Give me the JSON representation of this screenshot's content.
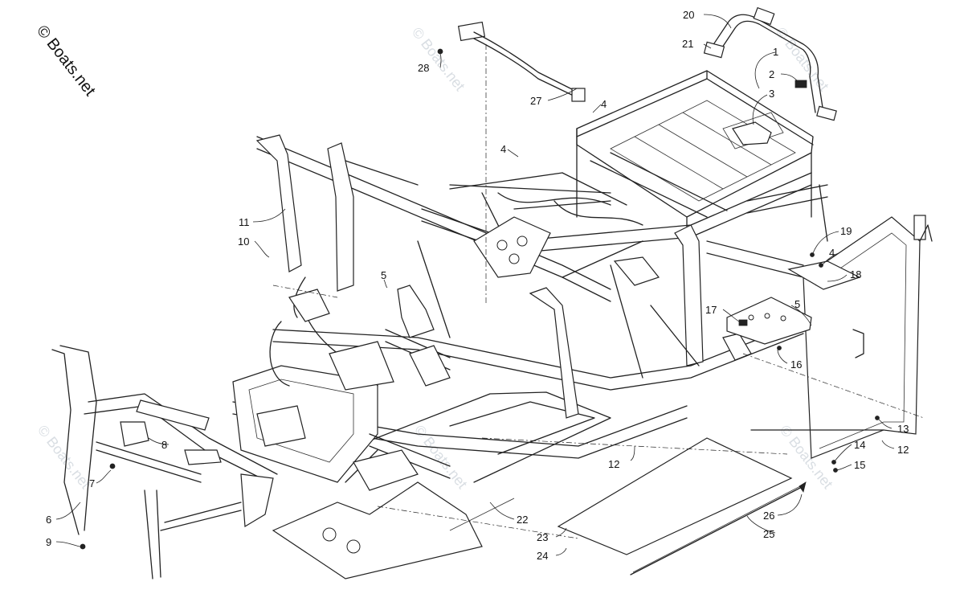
{
  "copyright": "© Boats.net",
  "watermark": "© Boats.net",
  "callouts": {
    "c1": "1",
    "c2": "2",
    "c3": "3",
    "c4a": "4",
    "c4b": "4",
    "c4c": "4",
    "c5a": "5",
    "c5b": "5",
    "c6": "6",
    "c7": "7",
    "c8": "8",
    "c9": "9",
    "c10": "10",
    "c11": "11",
    "c12a": "12",
    "c12b": "12",
    "c13": "13",
    "c14": "14",
    "c15": "15",
    "c16": "16",
    "c17": "17",
    "c18": "18",
    "c19": "19",
    "c20": "20",
    "c21": "21",
    "c22": "22",
    "c23": "23",
    "c24": "24",
    "c25": "25",
    "c26": "26",
    "c27": "27",
    "c28": "28"
  }
}
